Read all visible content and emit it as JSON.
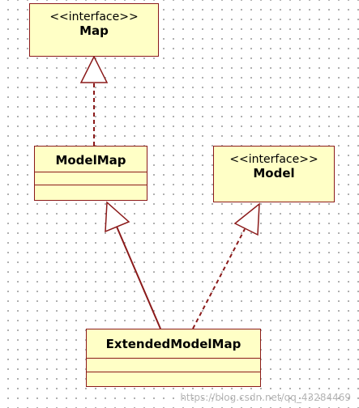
{
  "diagram": {
    "map": {
      "stereotype": "<<interface>>",
      "name": "Map"
    },
    "model": {
      "stereotype": "<<interface>>",
      "name": "Model"
    },
    "model_map": {
      "name": "ModelMap"
    },
    "extended_model_map": {
      "name": "ExtendedModelMap"
    },
    "relations": [
      {
        "from": "ModelMap",
        "to": "Map",
        "kind": "realization"
      },
      {
        "from": "ExtendedModelMap",
        "to": "ModelMap",
        "kind": "generalization"
      },
      {
        "from": "ExtendedModelMap",
        "to": "Model",
        "kind": "realization"
      }
    ],
    "colors": {
      "box_fill": "#ffffc6",
      "line": "#8b1a1a"
    }
  },
  "watermark": "https://blog.csdn.net/qq_43284469"
}
